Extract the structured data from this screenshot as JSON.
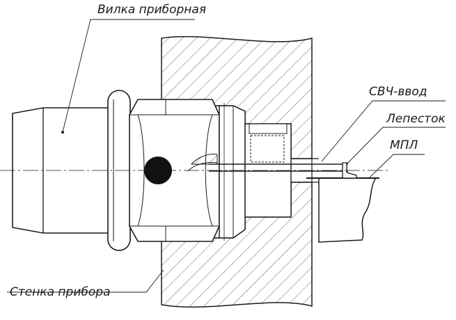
{
  "labels": {
    "plug": "Вилка приборная",
    "svch_input": "СВЧ-ввод",
    "petal": "Лепесток",
    "mpl": "МПЛ",
    "wall": "Стенка прибора"
  },
  "colors": {
    "line": "#1a1a1a",
    "hatch": "#555555",
    "background": "#ffffff"
  }
}
